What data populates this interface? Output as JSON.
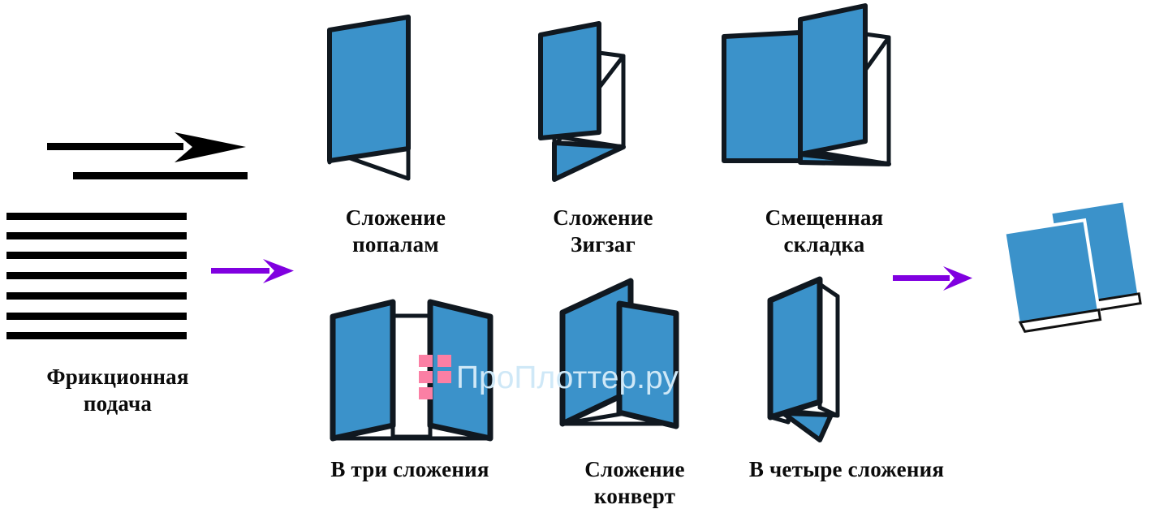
{
  "meta": {
    "title": "Схема фальцовки бумаги: фрикционная подача и типы сложения",
    "background": "#ffffff"
  },
  "colors": {
    "paper_blue": "#3b92ca",
    "outline": "#101820",
    "arrow_purple": "#8000e0",
    "feed_black": "#000000",
    "watermark_text": "#cfe8f7",
    "watermark_logo": "#fb7fa4"
  },
  "input_section": {
    "name": "frictional-feed",
    "label_line1": "Фрикционная",
    "label_line2": "подача",
    "label": "Фрикционная подача",
    "sheet_line_count": 7,
    "feed_arrow_icon": "arrow-right-icon"
  },
  "flow_arrows": [
    {
      "name": "flow-arrow-left",
      "icon": "arrow-right-icon",
      "color": "#8000e0"
    },
    {
      "name": "flow-arrow-right",
      "icon": "arrow-right-icon",
      "color": "#8000e0"
    }
  ],
  "folds": {
    "top_row": [
      {
        "id": "half",
        "line1": "Сложение",
        "line2": "попалам",
        "label": "Сложение попалам"
      },
      {
        "id": "zigzag",
        "line1": "Сложение",
        "line2": "Зигзаг",
        "label": "Сложение Зигзаг"
      },
      {
        "id": "offset",
        "line1": "Смещенная",
        "line2": "складка",
        "label": "Смещенная складка"
      }
    ],
    "bottom_row": [
      {
        "id": "tri",
        "line1": "В три сложения",
        "line2": "",
        "label": "В три сложения"
      },
      {
        "id": "envelope",
        "line1": "Сложение",
        "line2": "конверт",
        "label": "Сложение конверт"
      },
      {
        "id": "quad",
        "line1": "В четыре сложения",
        "line2": "",
        "label": "В четыре сложения"
      }
    ]
  },
  "output_section": {
    "name": "folded-output-stack",
    "sheet_count": 2
  },
  "watermark": {
    "text": "ПроПлоттер.ру",
    "logo_name": "pixel-grid-logo"
  }
}
